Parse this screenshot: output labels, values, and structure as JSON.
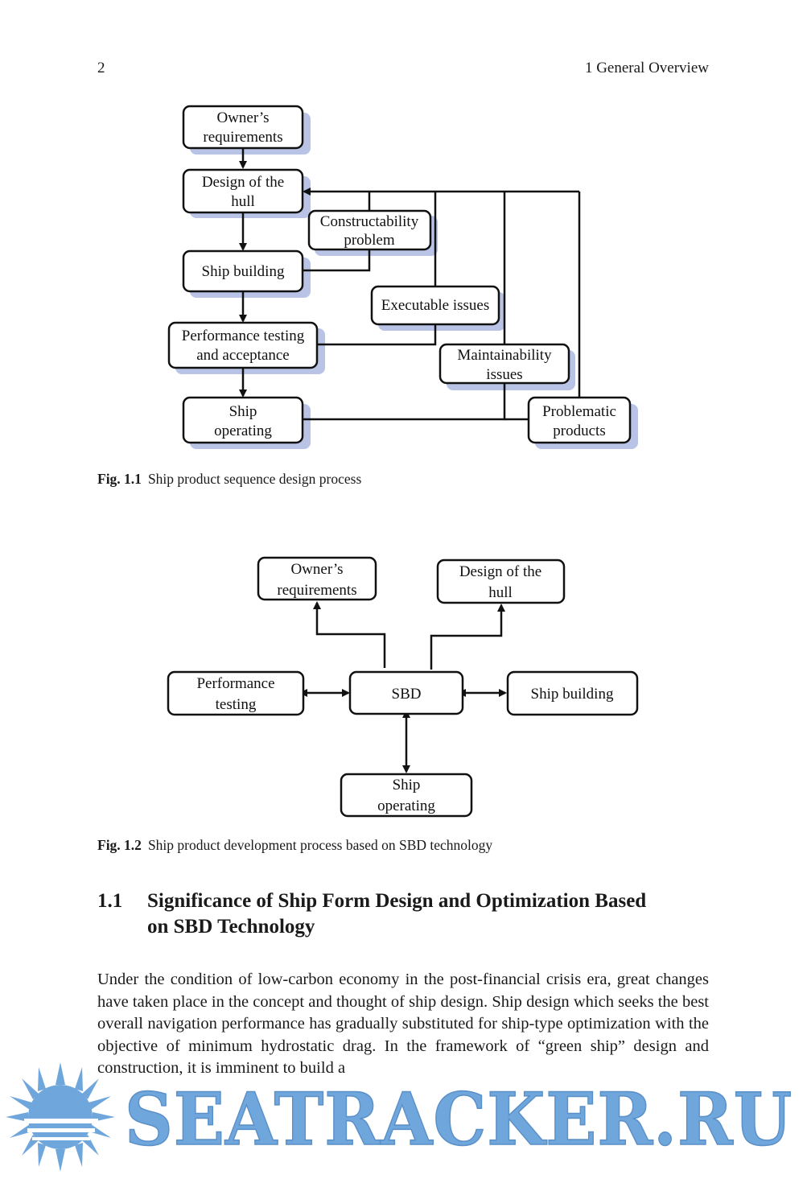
{
  "header": {
    "page_number": "2",
    "chapter": "1   General Overview"
  },
  "fig1": {
    "caption_label": "Fig. 1.1",
    "caption_text": "Ship product sequence design process",
    "boxes": {
      "owner": [
        "Owner’s",
        "requirements"
      ],
      "design": [
        "Design of the",
        "hull"
      ],
      "construct": [
        "Constructability",
        "problem"
      ],
      "building": [
        "Ship building"
      ],
      "executable": [
        "Executable issues"
      ],
      "performance": [
        "Performance testing",
        "and acceptance"
      ],
      "maintain": [
        "Maintainability",
        "issues"
      ],
      "operating": [
        "Ship",
        "operating"
      ],
      "problematic": [
        "Problematic",
        "products"
      ]
    }
  },
  "fig2": {
    "caption_label": "Fig. 1.2",
    "caption_text": "Ship product development process based on SBD technology",
    "boxes": {
      "owner": [
        "Owner’s",
        "requirements"
      ],
      "design": [
        "Design of the",
        "hull"
      ],
      "performance": [
        "Performance",
        "testing"
      ],
      "sbd": [
        "SBD"
      ],
      "building": [
        "Ship building"
      ],
      "operating": [
        "Ship",
        "operating"
      ]
    }
  },
  "section": {
    "number": "1.1",
    "title": "Significance of Ship Form Design and Optimization Based on SBD Technology"
  },
  "body_text": "Under the condition of low-carbon economy in the post-financial crisis era, great changes have taken place in the concept and thought of ship design. Ship design which seeks the best overall navigation performance has gradually substituted for ship-type optimization with the objective of minimum hydrostatic drag. In the framework of “green ship” design and construction, it is imminent to build a",
  "watermark": {
    "text": "SEATRACKER.RU"
  }
}
